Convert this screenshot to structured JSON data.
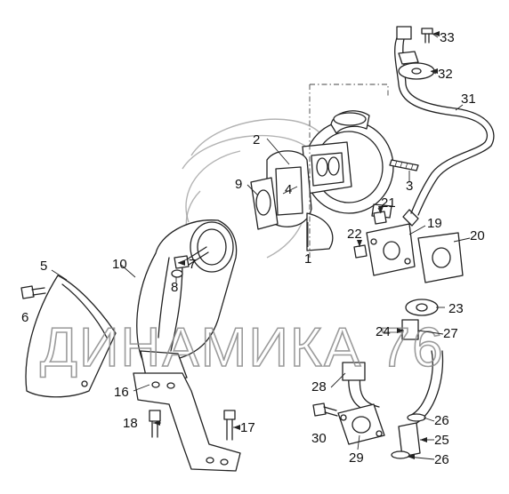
{
  "watermark": {
    "text": "ДИНАМИКА 76"
  },
  "callouts": [
    "1",
    "2",
    "3",
    "4",
    "5",
    "6",
    "7",
    "8",
    "9",
    "10",
    "16",
    "17",
    "18",
    "19",
    "20",
    "21",
    "22",
    "23",
    "24",
    "25",
    "26",
    "26",
    "27",
    "28",
    "29",
    "30",
    "31",
    "32",
    "33"
  ]
}
